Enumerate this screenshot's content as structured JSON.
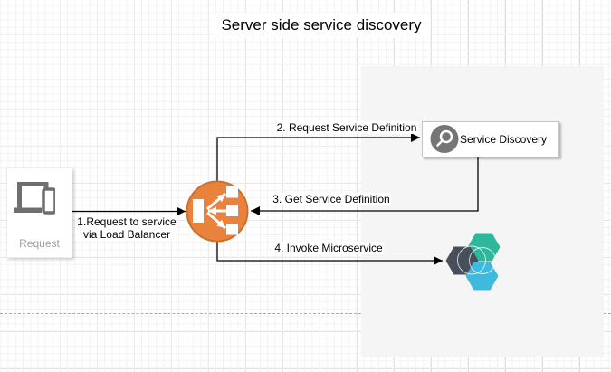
{
  "title": "Server side service discovery",
  "panel_color": "#F5F5F5",
  "nodes": {
    "request": {
      "label": "Request",
      "icon": "devices-icon",
      "icon_color": "#6F6F6F",
      "label_color": "#9E9E9E"
    },
    "load_balancer": {
      "icon": "load-balancer-fanout-icon",
      "fill": "#E8823C",
      "stroke": "#C9712F"
    },
    "service_discovery": {
      "label": "Service Discovery",
      "icon": "search-icon",
      "icon_bg": "#757575"
    },
    "microservice": {
      "icon": "hexagon-cluster-icon",
      "hex_dark": "#47505A",
      "hex_teal": "#30B69A",
      "hex_blue": "#3FBADF"
    }
  },
  "edges": [
    {
      "label_line1": "1.Request to service",
      "label_line2": "via Load Balancer"
    },
    {
      "label": "2. Request Service Definition"
    },
    {
      "label": "3. Get Service Definition"
    },
    {
      "label": "4. Invoke Microservice"
    }
  ]
}
